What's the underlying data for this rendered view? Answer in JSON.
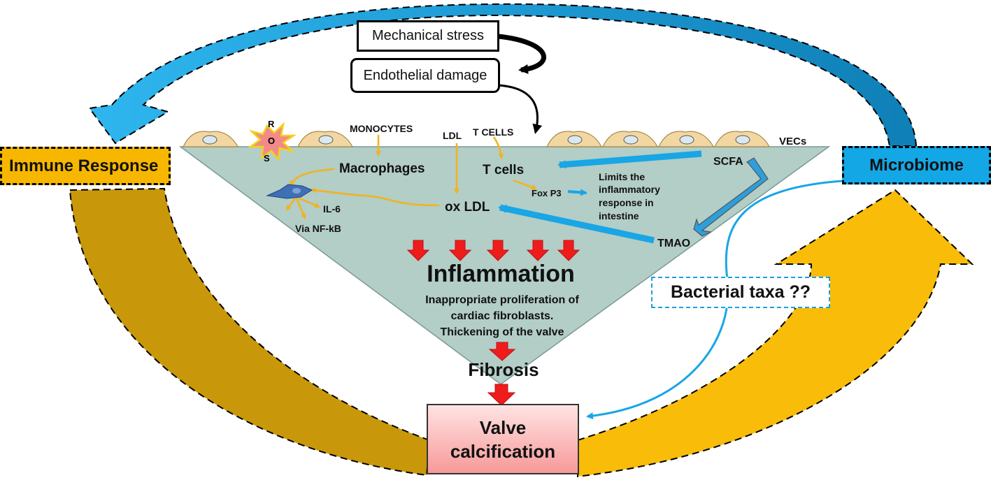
{
  "boxes": {
    "mechanical_stress": "Mechanical stress",
    "endothelial_damage": "Endothelial damage",
    "immune_response": "Immune Response",
    "microbiome": "Microbiome",
    "bacterial_taxa": "Bacterial taxa ??",
    "valve_calcification_line1": "Valve",
    "valve_calcification_line2": "calcification"
  },
  "labels": {
    "ros_r": "R",
    "ros_o": "O",
    "ros_s": "S",
    "monocytes": "MONOCYTES",
    "ldl": "LDL",
    "t_cells_caps": "T CELLS",
    "vecs": "VECs",
    "macrophages": "Macrophages",
    "t_cells": "T cells",
    "scfa": "SCFA",
    "fox_p3": "Fox P3",
    "limits_1": "Limits the",
    "limits_2": "inflammatory",
    "limits_3": "response in",
    "limits_4": "intestine",
    "il6": "IL-6",
    "via_nfkb": "Via NF-kB",
    "ox_ldl": "ox LDL",
    "tmao": "TMAO",
    "inflammation": "Inflammation",
    "prolif_1": "Inappropriate proliferation of",
    "prolif_2": "cardiac fibroblasts.",
    "prolif_3": "Thickening of the valve",
    "fibrosis": "Fibrosis"
  },
  "colors": {
    "triangle_fill": "#b3cdc7",
    "cell_fill": "#f3d7a3",
    "yellow_arrow": "#f2b31a",
    "blue_arrow": "#18a6e5",
    "red_arrow": "#ef1c1c",
    "gold_band": "#c9980a",
    "yellow_band": "#f8bc09"
  }
}
